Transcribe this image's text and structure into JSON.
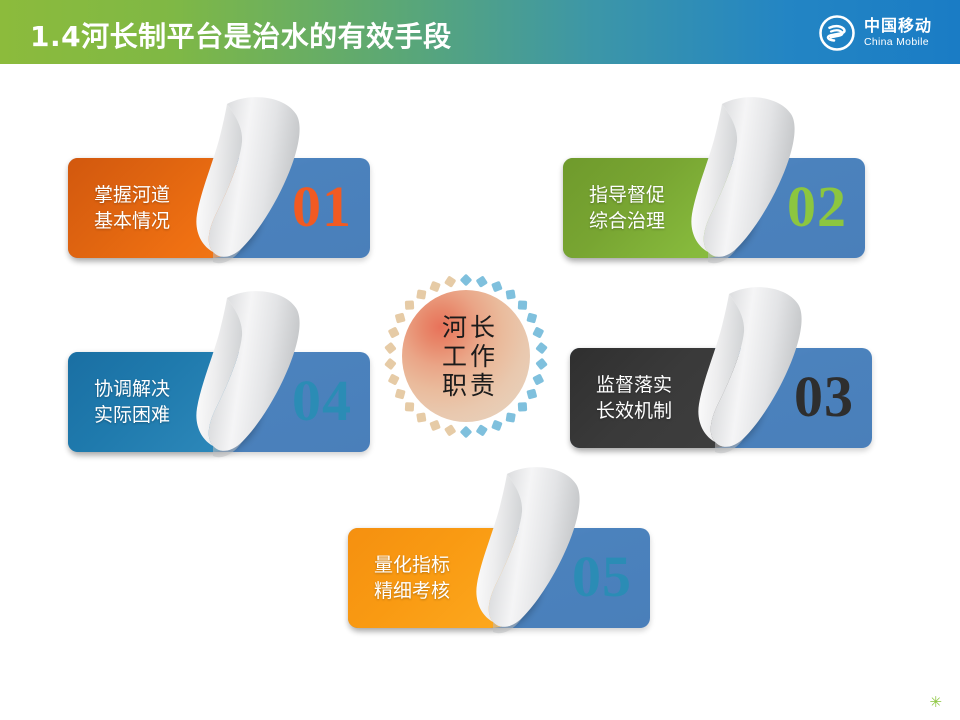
{
  "header": {
    "title": "1.4河长制平台是治水的有效手段",
    "gradient_from": "#8cbb3c",
    "gradient_to": "#1a7cc5",
    "logo": {
      "icon": "china-mobile-logo-icon",
      "name_cn": "中国移动",
      "name_en": "China Mobile"
    }
  },
  "center": {
    "lines": [
      "河长",
      "工作",
      "职责"
    ],
    "disc_color": "#e9c4a6",
    "dash_left_color": "#e6cba6",
    "dash_right_color": "#7fc0dd"
  },
  "cards": [
    {
      "number": "01",
      "line1": "掌握河道",
      "line2": "基本情况",
      "theme": "t-orange",
      "panel_color": "#e4650f",
      "number_color": "#f15a22"
    },
    {
      "number": "02",
      "line1": "指导督促",
      "line2": "综合治理",
      "theme": "t-green",
      "panel_color": "#82b238",
      "number_color": "#8cc63f"
    },
    {
      "number": "03",
      "line1": "监督落实",
      "line2": "长效机制",
      "theme": "t-dark",
      "panel_color": "#3a3a3a",
      "number_color": "#2e2e2e"
    },
    {
      "number": "04",
      "line1": "协调解决",
      "line2": "实际困难",
      "theme": "t-steel",
      "panel_color": "#2280b1",
      "number_color": "#2b8cb5"
    },
    {
      "number": "05",
      "line1": "量化指标",
      "line2": "精细考核",
      "theme": "t-amber",
      "panel_color": "#fa9c14",
      "number_color": "#2b8cb5"
    }
  ],
  "footer": {
    "mark": "✳",
    "mark_color": "#8cc63f"
  }
}
